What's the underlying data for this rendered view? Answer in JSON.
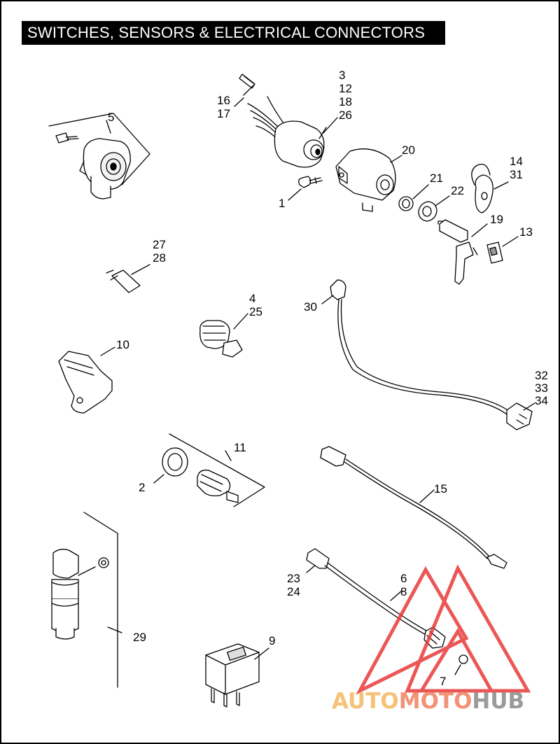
{
  "title": "SWITCHES, SENSORS & ELECTRICAL CONNECTORS",
  "callouts": [
    {
      "id": "c-3",
      "text": "3"
    },
    {
      "id": "c-12",
      "text": "12"
    },
    {
      "id": "c-18",
      "text": "18"
    },
    {
      "id": "c-26",
      "text": "26"
    },
    {
      "id": "c-16",
      "text": "16"
    },
    {
      "id": "c-17",
      "text": "17"
    },
    {
      "id": "c-5",
      "text": "5"
    },
    {
      "id": "c-20",
      "text": "20"
    },
    {
      "id": "c-14",
      "text": "14"
    },
    {
      "id": "c-31",
      "text": "31"
    },
    {
      "id": "c-21",
      "text": "21"
    },
    {
      "id": "c-22",
      "text": "22"
    },
    {
      "id": "c-1",
      "text": "1"
    },
    {
      "id": "c-19",
      "text": "19"
    },
    {
      "id": "c-13",
      "text": "13"
    },
    {
      "id": "c-27",
      "text": "27"
    },
    {
      "id": "c-28",
      "text": "28"
    },
    {
      "id": "c-4",
      "text": "4"
    },
    {
      "id": "c-25",
      "text": "25"
    },
    {
      "id": "c-30",
      "text": "30"
    },
    {
      "id": "c-10",
      "text": "10"
    },
    {
      "id": "c-32",
      "text": "32"
    },
    {
      "id": "c-33",
      "text": "33"
    },
    {
      "id": "c-34",
      "text": "34"
    },
    {
      "id": "c-11",
      "text": "11"
    },
    {
      "id": "c-2",
      "text": "2"
    },
    {
      "id": "c-15",
      "text": "15"
    },
    {
      "id": "c-6",
      "text": "6"
    },
    {
      "id": "c-8",
      "text": "8"
    },
    {
      "id": "c-23",
      "text": "23"
    },
    {
      "id": "c-24",
      "text": "24"
    },
    {
      "id": "c-29",
      "text": "29"
    },
    {
      "id": "c-9",
      "text": "9"
    },
    {
      "id": "c-7",
      "text": "7"
    }
  ],
  "watermark": {
    "part1": "AUTO",
    "part2": "MOTO",
    "part3": "HUB",
    "color1": "#F4B860",
    "color2": "#F08060",
    "color3": "#8A8A8A",
    "triangle_color": "#E83A3A"
  }
}
